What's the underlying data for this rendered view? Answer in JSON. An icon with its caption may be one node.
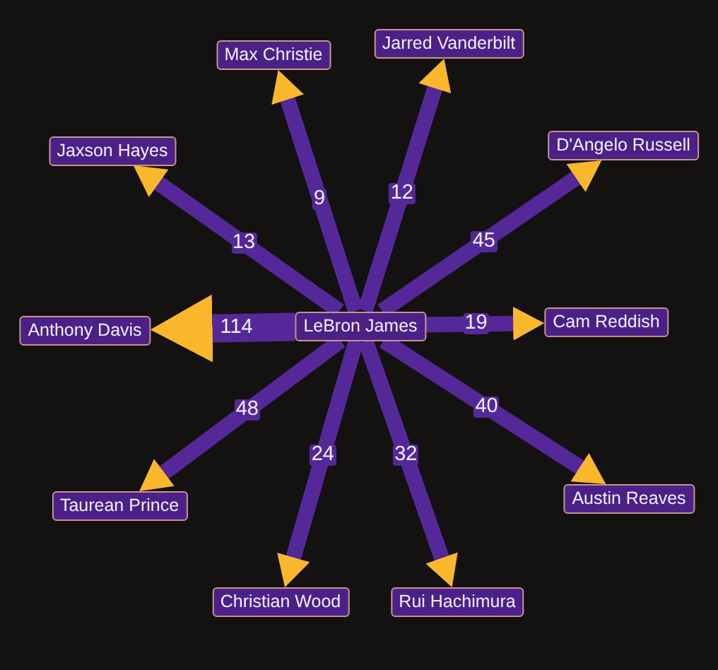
{
  "diagram": {
    "nodes": [
      {
        "text": [
          "Max Christie"
        ]
      },
      {
        "text": [
          "Jarred Vanderbilt"
        ]
      },
      {
        "text": [
          "Jaxson Hayes"
        ]
      },
      {
        "text": [
          "D'Angelo Russell"
        ]
      },
      {
        "text": [
          "Anthony Davis"
        ]
      },
      {
        "text": [
          "LeBron James"
        ]
      },
      {
        "text": [
          "Cam Reddish"
        ]
      },
      {
        "text": [
          "Taurean Prince"
        ]
      },
      {
        "text": [
          "Austin Reaves"
        ]
      },
      {
        "text": [
          "Christian Wood"
        ]
      },
      {
        "text": [
          "Rui Hachimura"
        ]
      }
    ],
    "edges": [
      {
        "from": 5,
        "to": 0,
        "arrow": "to",
        "label": "9"
      },
      {
        "from": 5,
        "to": 1,
        "arrow": "to",
        "label": "12"
      },
      {
        "from": 5,
        "to": 2,
        "arrow": "to",
        "label": "13"
      },
      {
        "from": 5,
        "to": 3,
        "arrow": "to",
        "label": "45"
      },
      {
        "from": 5,
        "to": 4,
        "arrow": "to",
        "label": "114",
        "style": "thick"
      },
      {
        "from": 5,
        "to": 6,
        "arrow": "to",
        "label": "19"
      },
      {
        "from": 5,
        "to": 7,
        "arrow": "to",
        "label": "48"
      },
      {
        "from": 5,
        "to": 8,
        "arrow": "to",
        "label": "40"
      },
      {
        "from": 5,
        "to": 9,
        "arrow": "to",
        "label": "24"
      },
      {
        "from": 5,
        "to": 10,
        "arrow": "to",
        "label": "32"
      }
    ]
  }
}
